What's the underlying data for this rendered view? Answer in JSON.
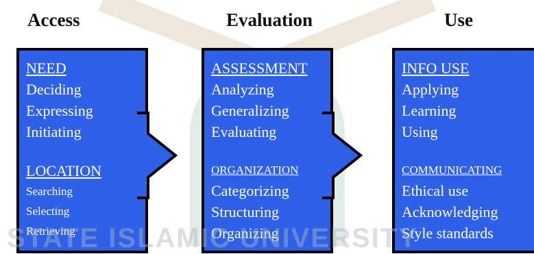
{
  "headings": [
    "Access",
    "Evaluation",
    "Use"
  ],
  "watermark": "STATE ISLAMIC UNIVERSITY",
  "colors": {
    "box_fill": "#2f60e8",
    "border": "#000000",
    "text": "#ffffff"
  },
  "boxes": [
    {
      "section1": {
        "title": "NEED",
        "items": [
          "Deciding",
          "Expressing",
          "Initiating"
        ]
      },
      "section2": {
        "title": "LOCATION",
        "items": [
          "Searching",
          "Selecting",
          "Retrieving"
        ]
      }
    },
    {
      "section1": {
        "title": "ASSESSMENT",
        "items": [
          "Analyzing",
          "Generalizing",
          "Evaluating"
        ]
      },
      "section2": {
        "title": "ORGANIZATION",
        "items": [
          "Categorizing",
          "Structuring",
          "Organizing"
        ]
      }
    },
    {
      "section1": {
        "title": "INFO USE",
        "items": [
          "Applying",
          "Learning",
          "Using"
        ]
      },
      "section2": {
        "title": "COMMUNICATING",
        "items": [
          "Ethical use",
          "Acknowledging",
          "Style standards"
        ]
      }
    }
  ]
}
